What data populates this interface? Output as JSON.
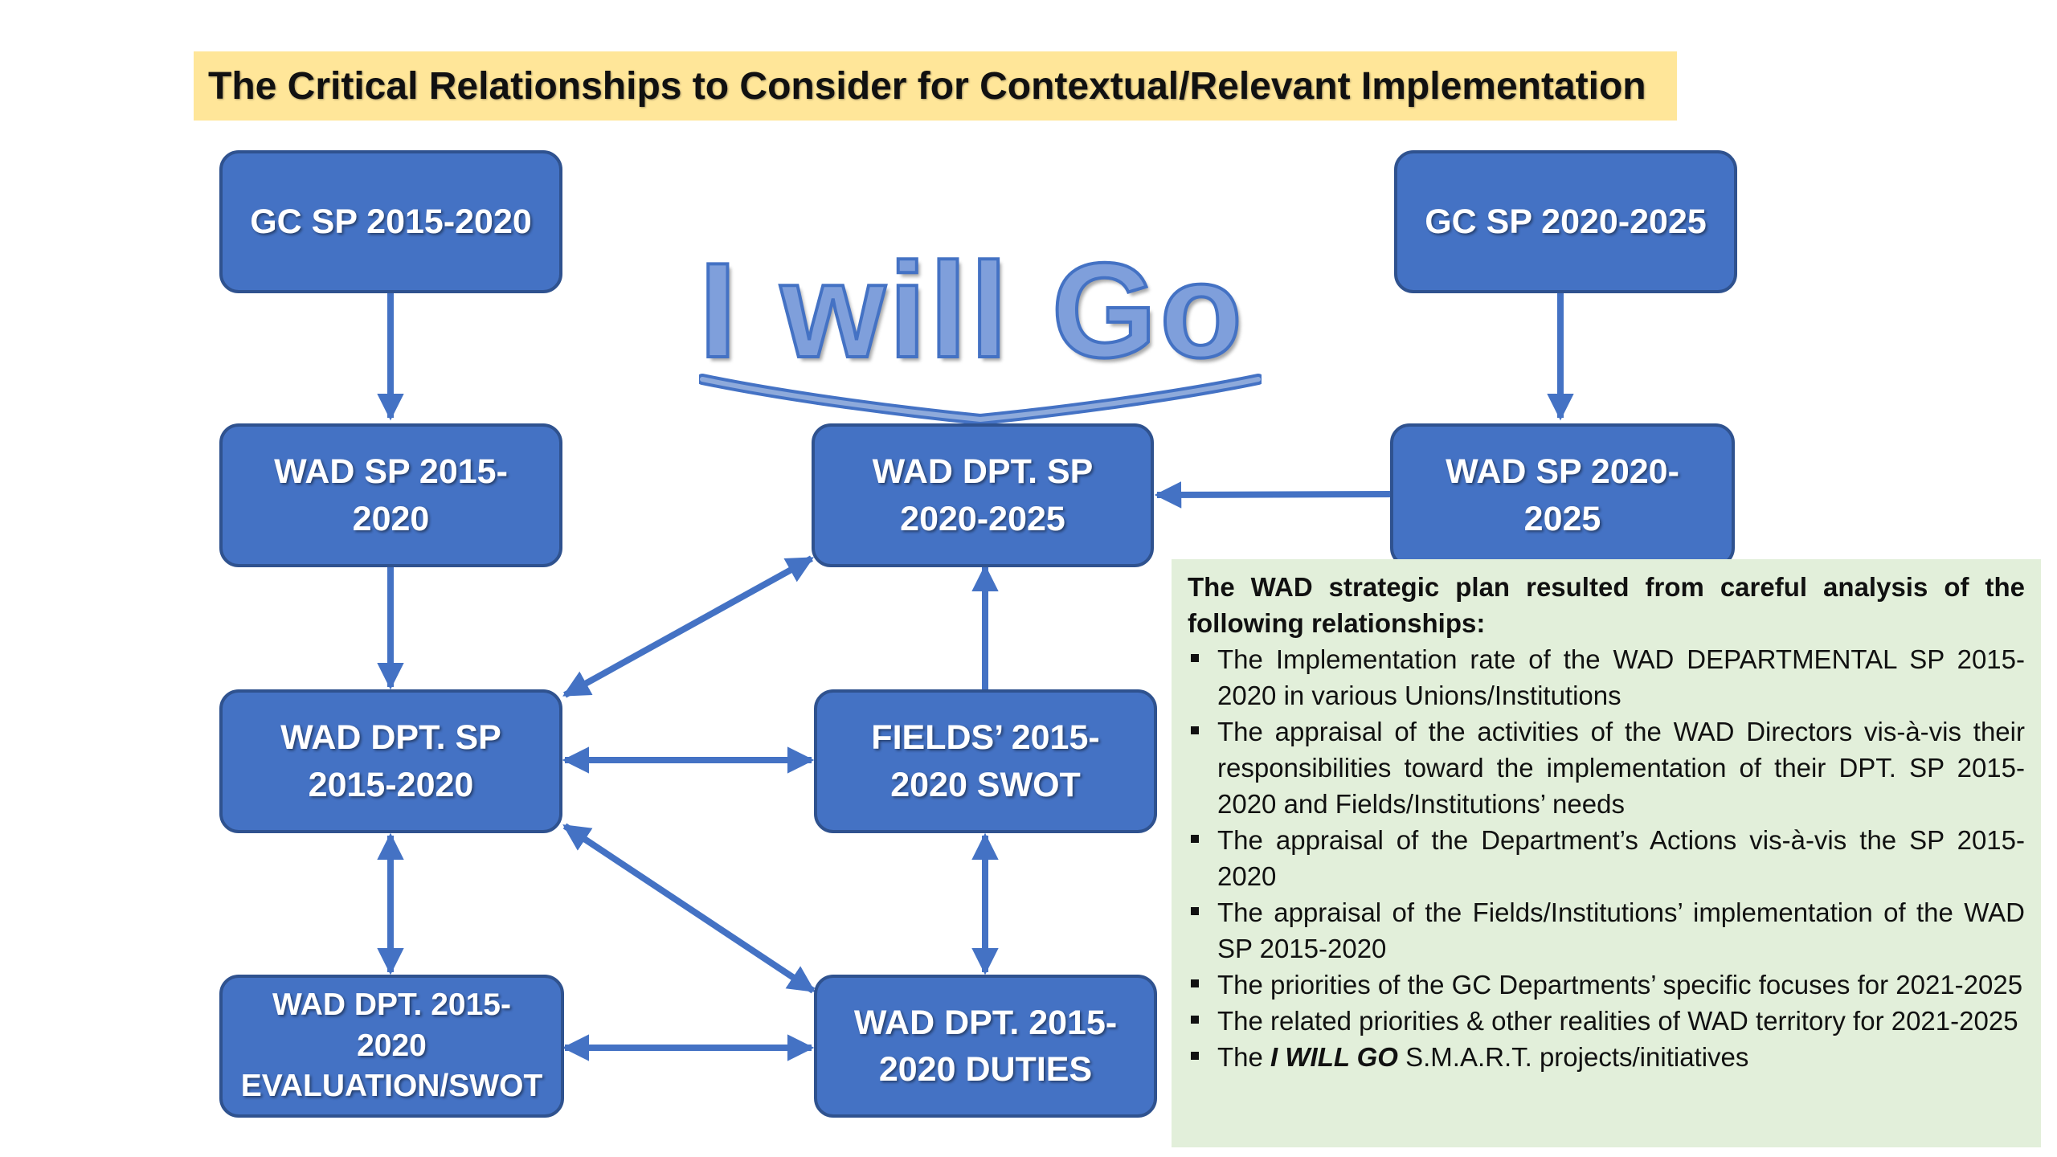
{
  "title": "The Critical Relationships to Consider for Contextual/Relevant Implementation",
  "colors": {
    "node_fill": "#4472c4",
    "node_border": "#2f528f",
    "arrow": "#4472c4",
    "title_bg": "#ffe699",
    "panel_bg": "#e2efda"
  },
  "nodes": {
    "gc_sp_2015_2020": "GC SP 2015-2020",
    "gc_sp_2020_2025": "GC SP 2020-2025",
    "wad_sp_2015_2020": "WAD SP 2015-2020",
    "wad_dpt_sp_2020_2025": "WAD DPT. SP 2020-2025",
    "wad_sp_2020_2025": "WAD SP 2020-2025",
    "wad_dpt_sp_2015_2020": "WAD DPT. SP 2015-2020",
    "fields_swot": "FIELDS’ 2015-2020 SWOT",
    "wad_dpt_evaluation": "WAD DPT. 2015-2020 EVALUATION/SWOT",
    "wad_dpt_duties": "WAD DPT. 2015-2020 DUTIES"
  },
  "wordart": "I will Go",
  "panel": {
    "heading": "The WAD strategic plan resulted from careful analysis of the following relationships:",
    "items": [
      "The Implementation rate of the WAD DEPARTMENTAL SP 2015-2020 in various Unions/Institutions",
      "The appraisal of the activities of the WAD Directors vis-à-vis their responsibilities toward the implementation of their DPT. SP 2015-2020 and Fields/Institutions’ needs",
      "The appraisal of the Department’s Actions vis-à-vis the SP 2015-2020",
      "The appraisal of the Fields/Institutions’ implementation of the WAD SP 2015-2020",
      "The priorities of the GC Departments’ specific focuses  for 2021-2025",
      "The related priorities & other realities of WAD territory for 2021-2025"
    ],
    "last_item": {
      "prefix": "The ",
      "emphasis": "I WILL GO",
      "suffix": " S.M.A.R.T. projects/initiatives"
    }
  }
}
